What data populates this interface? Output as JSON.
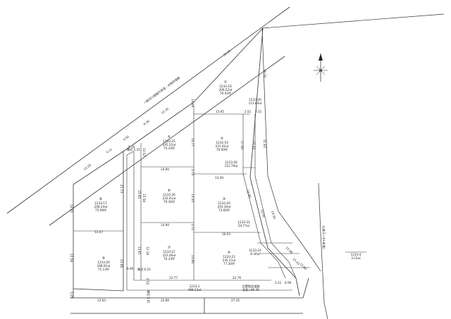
{
  "road_label": "一級河川道路代表道・大阪市域線",
  "north_arrow": "north-arrow-icon",
  "outer_dims": {
    "d_3205": "32.05",
    "d_2070": "20.70",
    "d_3165": "31.65",
    "d_450": "4.50",
    "d_630": "6.30",
    "d_411": "4.11",
    "d_1205": "12.05",
    "d_1230": "12.30",
    "d_1422": "14.22",
    "d_325": "3.25",
    "d_1263": "12.63",
    "d_2286": "22.86",
    "d_2735": "27.35",
    "d_510": "5.10",
    "d_690": "6.90",
    "d_1308": "13.08",
    "d_1347": "13.47",
    "d_2173": "21.73",
    "d_1595": "15.95",
    "d_1258": "12.58"
  },
  "internal_dims": {
    "d_1365a": "13.65",
    "d_1468": "14.68",
    "d_251a": "2.51",
    "d_251b": "2.51",
    "d_1750": "17.50",
    "d_1477": "14.77",
    "d_1333": "13.33",
    "d_1490": "14.90",
    "d_275a": "2.75",
    "d_1349": "13.49",
    "d_1596": "15.96",
    "d_1335": "13.35",
    "d_1490b": "14.90",
    "d_271": "2.71",
    "d_1603": "16.03",
    "d_1361": "13.61",
    "d_1300": "13.00",
    "d_1277": "12.77",
    "d_2276": "22.76",
    "d_521": "5.21",
    "d_690b": "6.90",
    "d_252": "2.52",
    "d_1590": "15.90",
    "d_1591": "15.91",
    "d_1450": "14.50",
    "d_1598": "15.98",
    "d_1541": "15.41",
    "d_1300b": "13.00"
  },
  "lots": [
    {
      "no": "①",
      "code": "1233-16",
      "area_m2": "206.52㎡",
      "area_tsubo": "70.02坪"
    },
    {
      "no": "②",
      "code": "1233-19",
      "area_m2": "231.42㎡",
      "area_tsubo": "70.00坪"
    },
    {
      "no": "③",
      "code": "1233-20",
      "area_m2": "243.30㎡",
      "area_tsubo": "73.60坪"
    },
    {
      "no": "④",
      "code": "1233-21",
      "area_m2": "235.21㎡",
      "area_tsubo": "77.20坪"
    },
    {
      "no": "⑤",
      "code": "1233-25",
      "area_m2": "245.52㎡",
      "area_tsubo": "75.33坪"
    },
    {
      "no": "⑥",
      "code": "1233-30",
      "area_m2": "232.41㎡",
      "area_tsubo": "70.30坪"
    },
    {
      "no": "⑦",
      "code": "1233-27",
      "area_m2": "222.46㎡",
      "area_tsubo": "70.33坪"
    },
    {
      "no": "⑧",
      "code": "1233-17",
      "area_m2": "248.24㎡",
      "area_tsubo": "75.09坪"
    },
    {
      "no": "⑨",
      "code": "1233-20",
      "area_m2": "248.91㎡",
      "area_tsubo": "75.13坪"
    }
  ],
  "small_parcels": [
    {
      "code": "1233-30",
      "area": "111.84㎡"
    },
    {
      "code": "1233-26",
      "area": "112.79㎡"
    },
    {
      "code": "1233-31",
      "area": "54.77㎡"
    },
    {
      "code": "1233-24",
      "area": "8.34㎡"
    }
  ],
  "road_parcel": {
    "code": "1233-1",
    "area": "488.12㎡"
  },
  "road_name": {
    "line1": "位置指定道路",
    "line2": "延長=90.26"
  },
  "side_road_label": "公道(2～4m未満)",
  "small_right_parcel": {
    "code": "1233-4",
    "area": "3.23㎡"
  },
  "corner_label_1": "隅切 5.51",
  "corner_label_2": "隅切 6.21",
  "corner_label_3": "隅切 5.91",
  "left_dims": {
    "d_1558": "15.58",
    "d_1218": "12.18",
    "d_1352": "13.52"
  }
}
